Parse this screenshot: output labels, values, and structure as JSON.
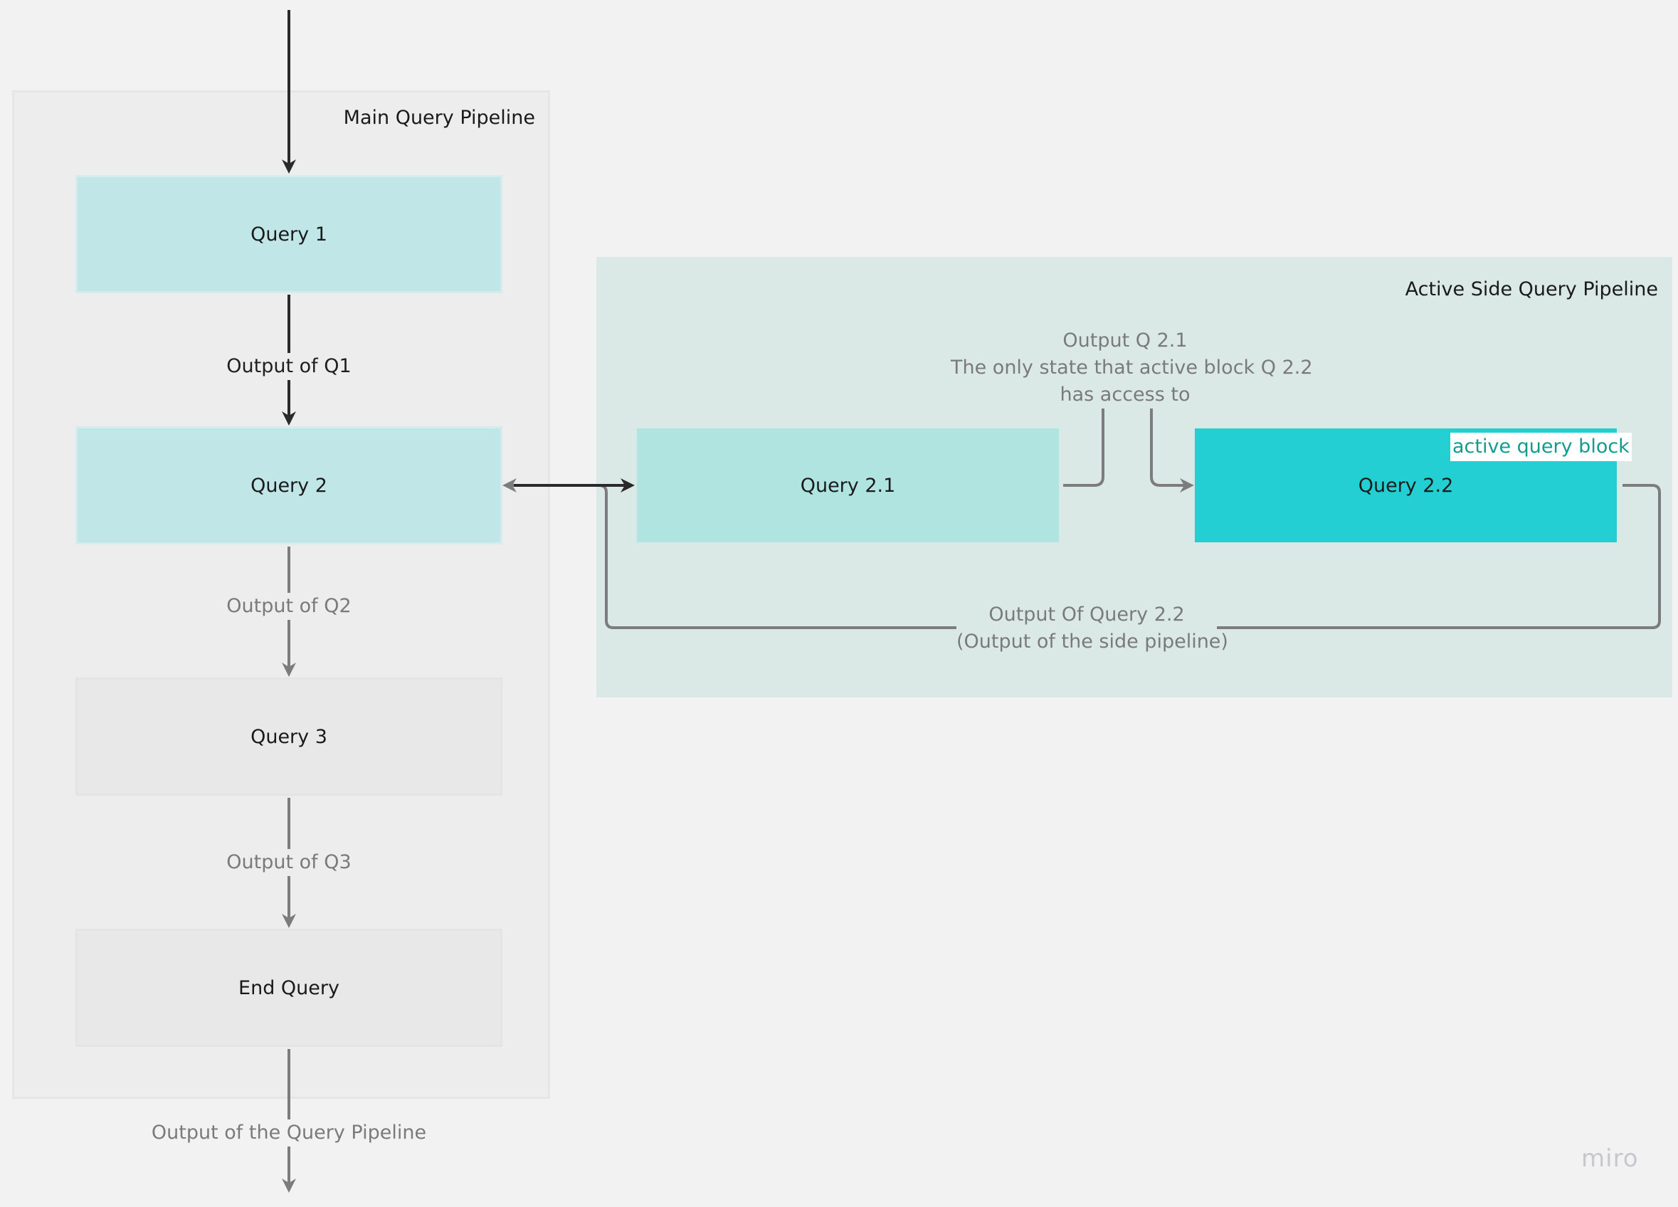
{
  "diagram": {
    "main_pipeline": {
      "title": "Main Query Pipeline",
      "nodes": [
        "Query 1",
        "Query 2",
        "Query 3",
        "End Query"
      ],
      "edges": [
        "Output of Q1",
        "Output of Q2",
        "Output of Q3",
        "Output of the Query Pipeline"
      ]
    },
    "side_pipeline": {
      "title": "Active Side Query Pipeline",
      "nodes": [
        "Query 2.1",
        "Query 2.2"
      ],
      "active_tag": "active query block",
      "edge_2_1_to_2_2": [
        "Output Q 2.1",
        "The only state that active block Q 2.2",
        "has access to"
      ],
      "side_output": [
        "Output Of Query 2.2",
        "(Output of the side pipeline)"
      ]
    },
    "watermark": "miro",
    "colors": {
      "canvas": "#f2f2f2",
      "main_frame": "#ededed",
      "side_frame": "#dbe9e6",
      "visited_node": "#c0e6e7",
      "pending_node": "#e8e8e8",
      "side_node": "#b0e4e1",
      "active_node": "#23cfd3",
      "active_tag_text": "#119c8e"
    }
  }
}
